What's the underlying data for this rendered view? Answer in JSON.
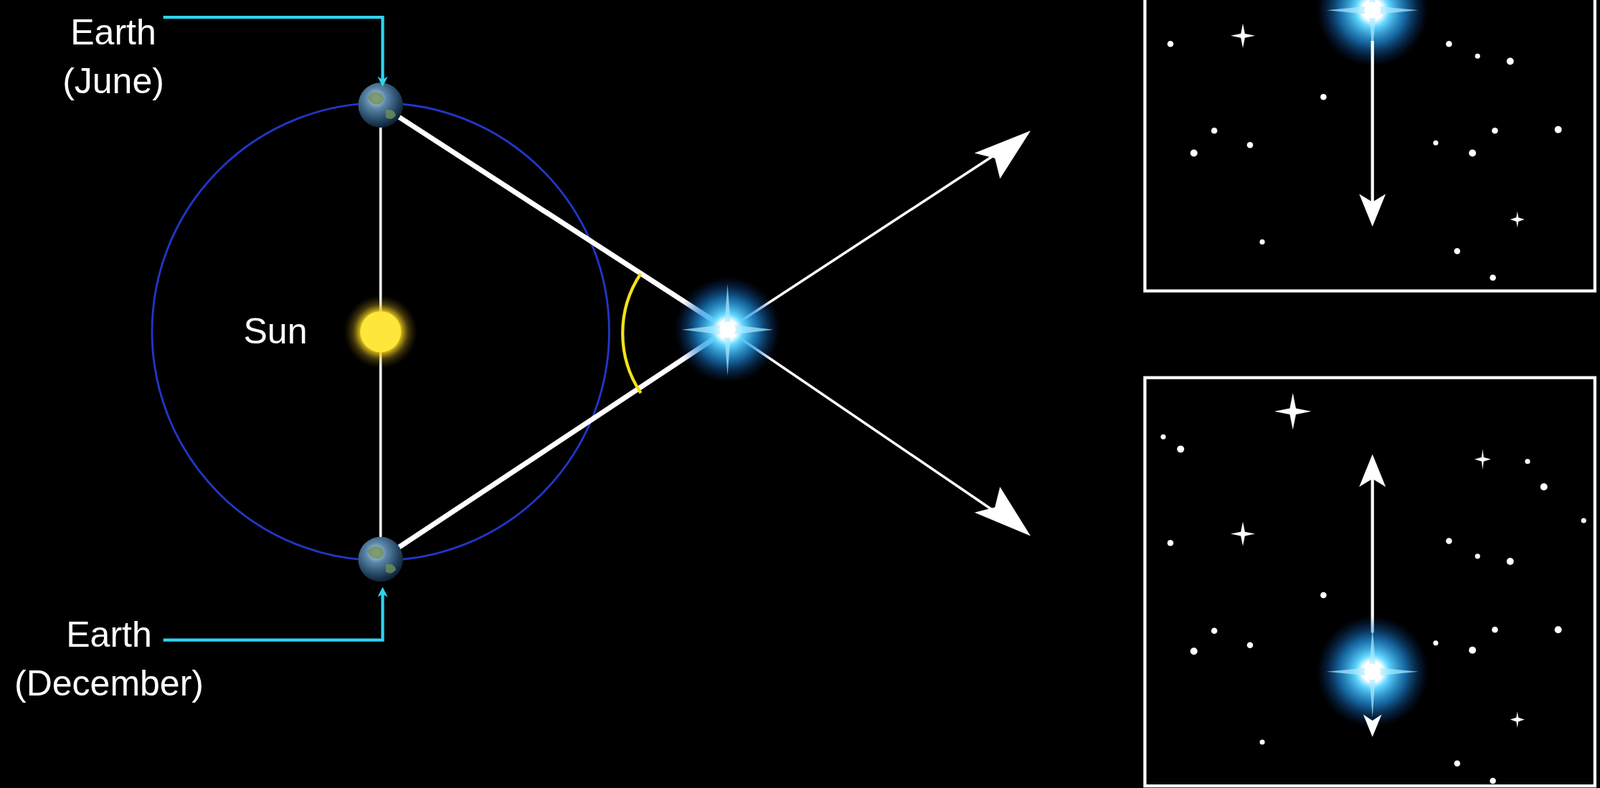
{
  "diagram": {
    "labels": [
      "Earth (June)",
      "Sun",
      "Earth (December)"
    ]
  }
}
